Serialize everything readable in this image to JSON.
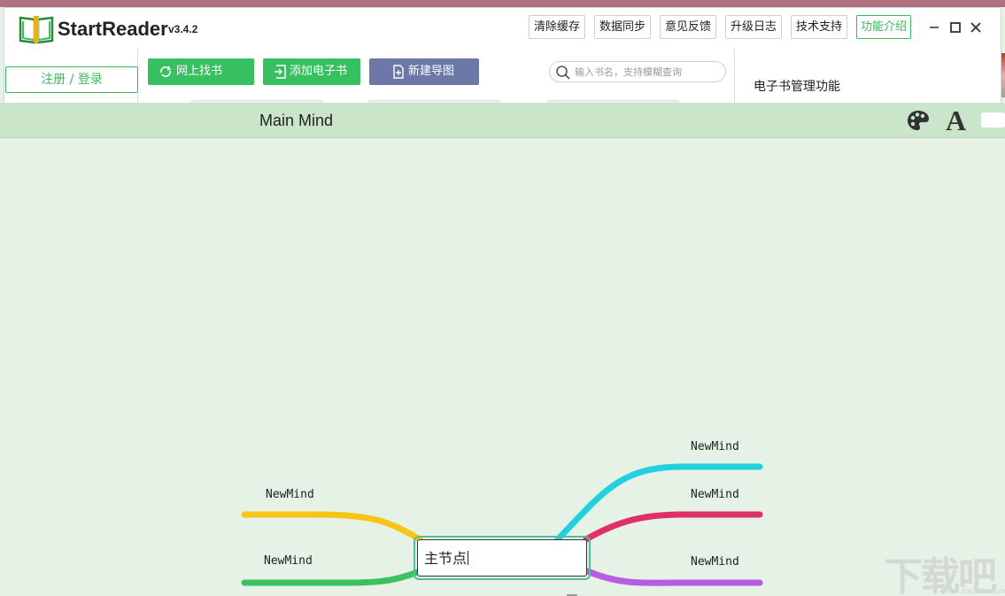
{
  "app": {
    "brand": "StartReader",
    "version": "v3.4.2"
  },
  "titlebar": {
    "buttons": [
      {
        "label": "清除缓存"
      },
      {
        "label": "数据同步"
      },
      {
        "label": "意见反馈"
      },
      {
        "label": "升级日志"
      },
      {
        "label": "技术支持"
      },
      {
        "label": "功能介绍"
      }
    ]
  },
  "sidebar": {
    "login_label": "注册 / 登录"
  },
  "toolbar": {
    "find_online_label": "网上找书",
    "add_ebook_label": "添加电子书",
    "new_mindmap_label": "新建导图"
  },
  "search": {
    "placeholder": "输入书名，支持模糊查询"
  },
  "side_panel": {
    "title": "电子书管理功能"
  },
  "mind_header": {
    "title": "Main Mind"
  },
  "mindmap": {
    "root": "主节点",
    "branches": [
      {
        "label": "NewMind",
        "side": "right",
        "color": "#22d0e0"
      },
      {
        "label": "NewMind",
        "side": "right",
        "color": "#e0306a"
      },
      {
        "label": "NewMind",
        "side": "right",
        "color": "#b85ce0"
      },
      {
        "label": "NewMind",
        "side": "left",
        "color": "#f5c518"
      },
      {
        "label": "NewMind",
        "side": "left",
        "color": "#3cc060"
      }
    ]
  },
  "watermark": {
    "text": "下载吧",
    "url": "www.xiazaiba.com"
  },
  "colors": {
    "accent": "#36c05f",
    "slate": "#6b78a8",
    "canvas_bg": "#e5f2e5",
    "header_bg": "#cbe5cb"
  }
}
